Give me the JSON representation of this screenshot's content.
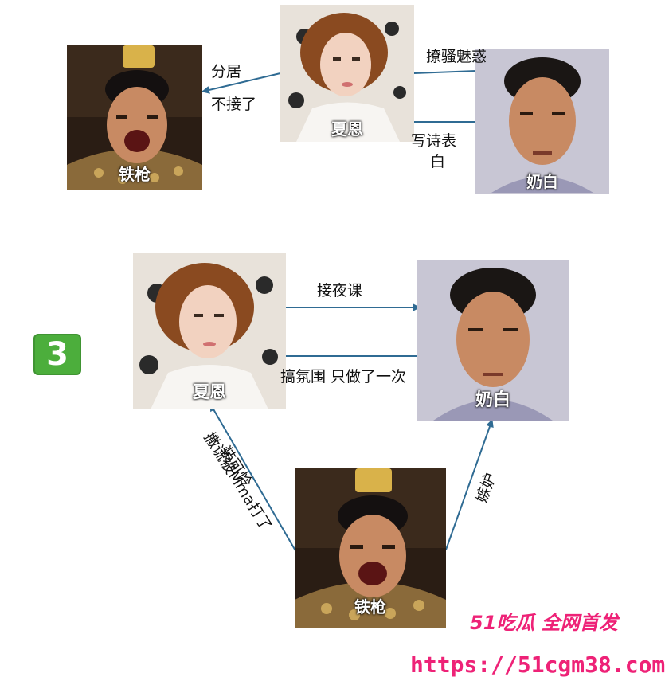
{
  "colors": {
    "edge": "#2f6b93",
    "badge_fill": "#4cae3c",
    "watermark": "#ee2277",
    "man_skin": "#c88a63",
    "woman_skin": "#f2d2c0"
  },
  "people": {
    "tieqiang": "铁枪",
    "xiaen": "夏恩",
    "naibai": "奶白"
  },
  "top_diagram": {
    "edge_xiaen_to_tieqiang": {
      "line1": "分居",
      "line2": "不接了"
    },
    "edge_xiaen_to_naibai": "撩骚魅惑",
    "edge_naibai_to_xiaen": {
      "line1": "写诗表",
      "line2": "白"
    }
  },
  "bottom_diagram": {
    "badge": "3",
    "edge_xiaen_to_naibai": "接夜课",
    "edge_naibai_to_xiaen": "搞氛围 只做了一次",
    "edge_tieqiang_to_xiaen_a": "装可怜",
    "edge_tieqiang_to_xiaen_b": "撒谎被Mma打了",
    "edge_tieqiang_to_naibai": "嫉妒"
  },
  "watermark": {
    "line1": "51吃瓜 全网首发",
    "line2": "https://51cgm38.com"
  }
}
